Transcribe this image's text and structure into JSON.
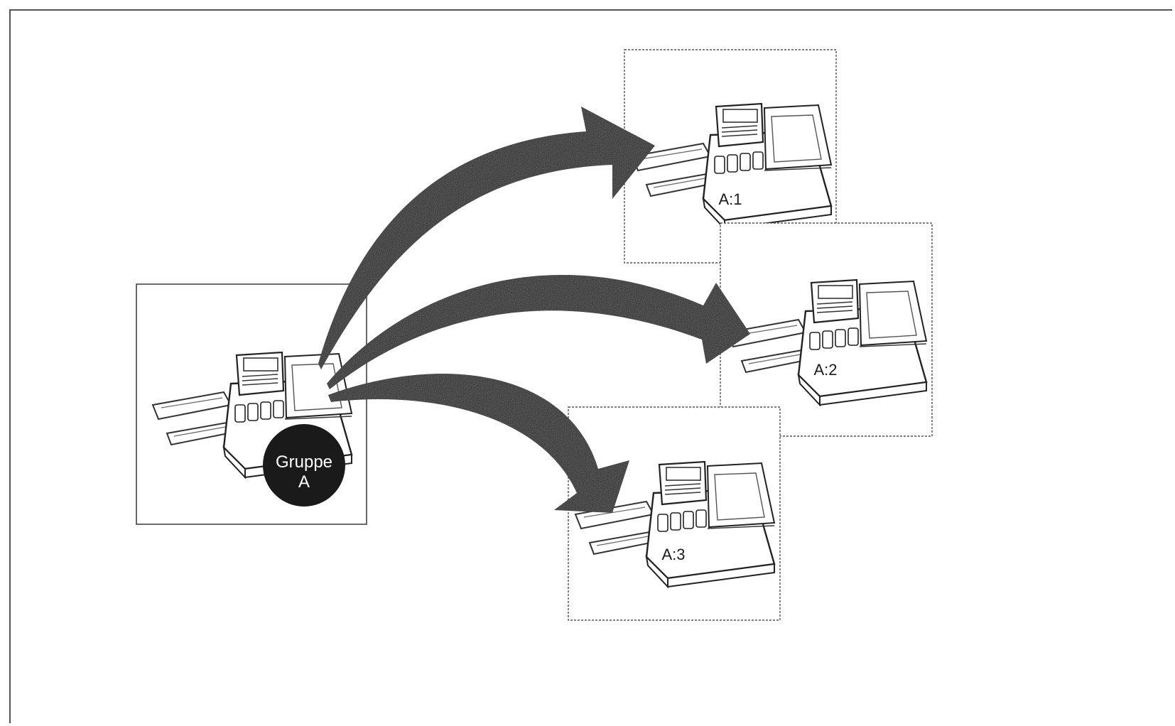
{
  "source": {
    "badge_line1": "Gruppe",
    "badge_line2": "A"
  },
  "recipients": [
    {
      "label": "A:1"
    },
    {
      "label": "A:2"
    },
    {
      "label": "A:3"
    }
  ],
  "colors": {
    "arrow": "#1c1c1c",
    "line": "#3a3a3a",
    "badge": "#1a1a1a"
  }
}
